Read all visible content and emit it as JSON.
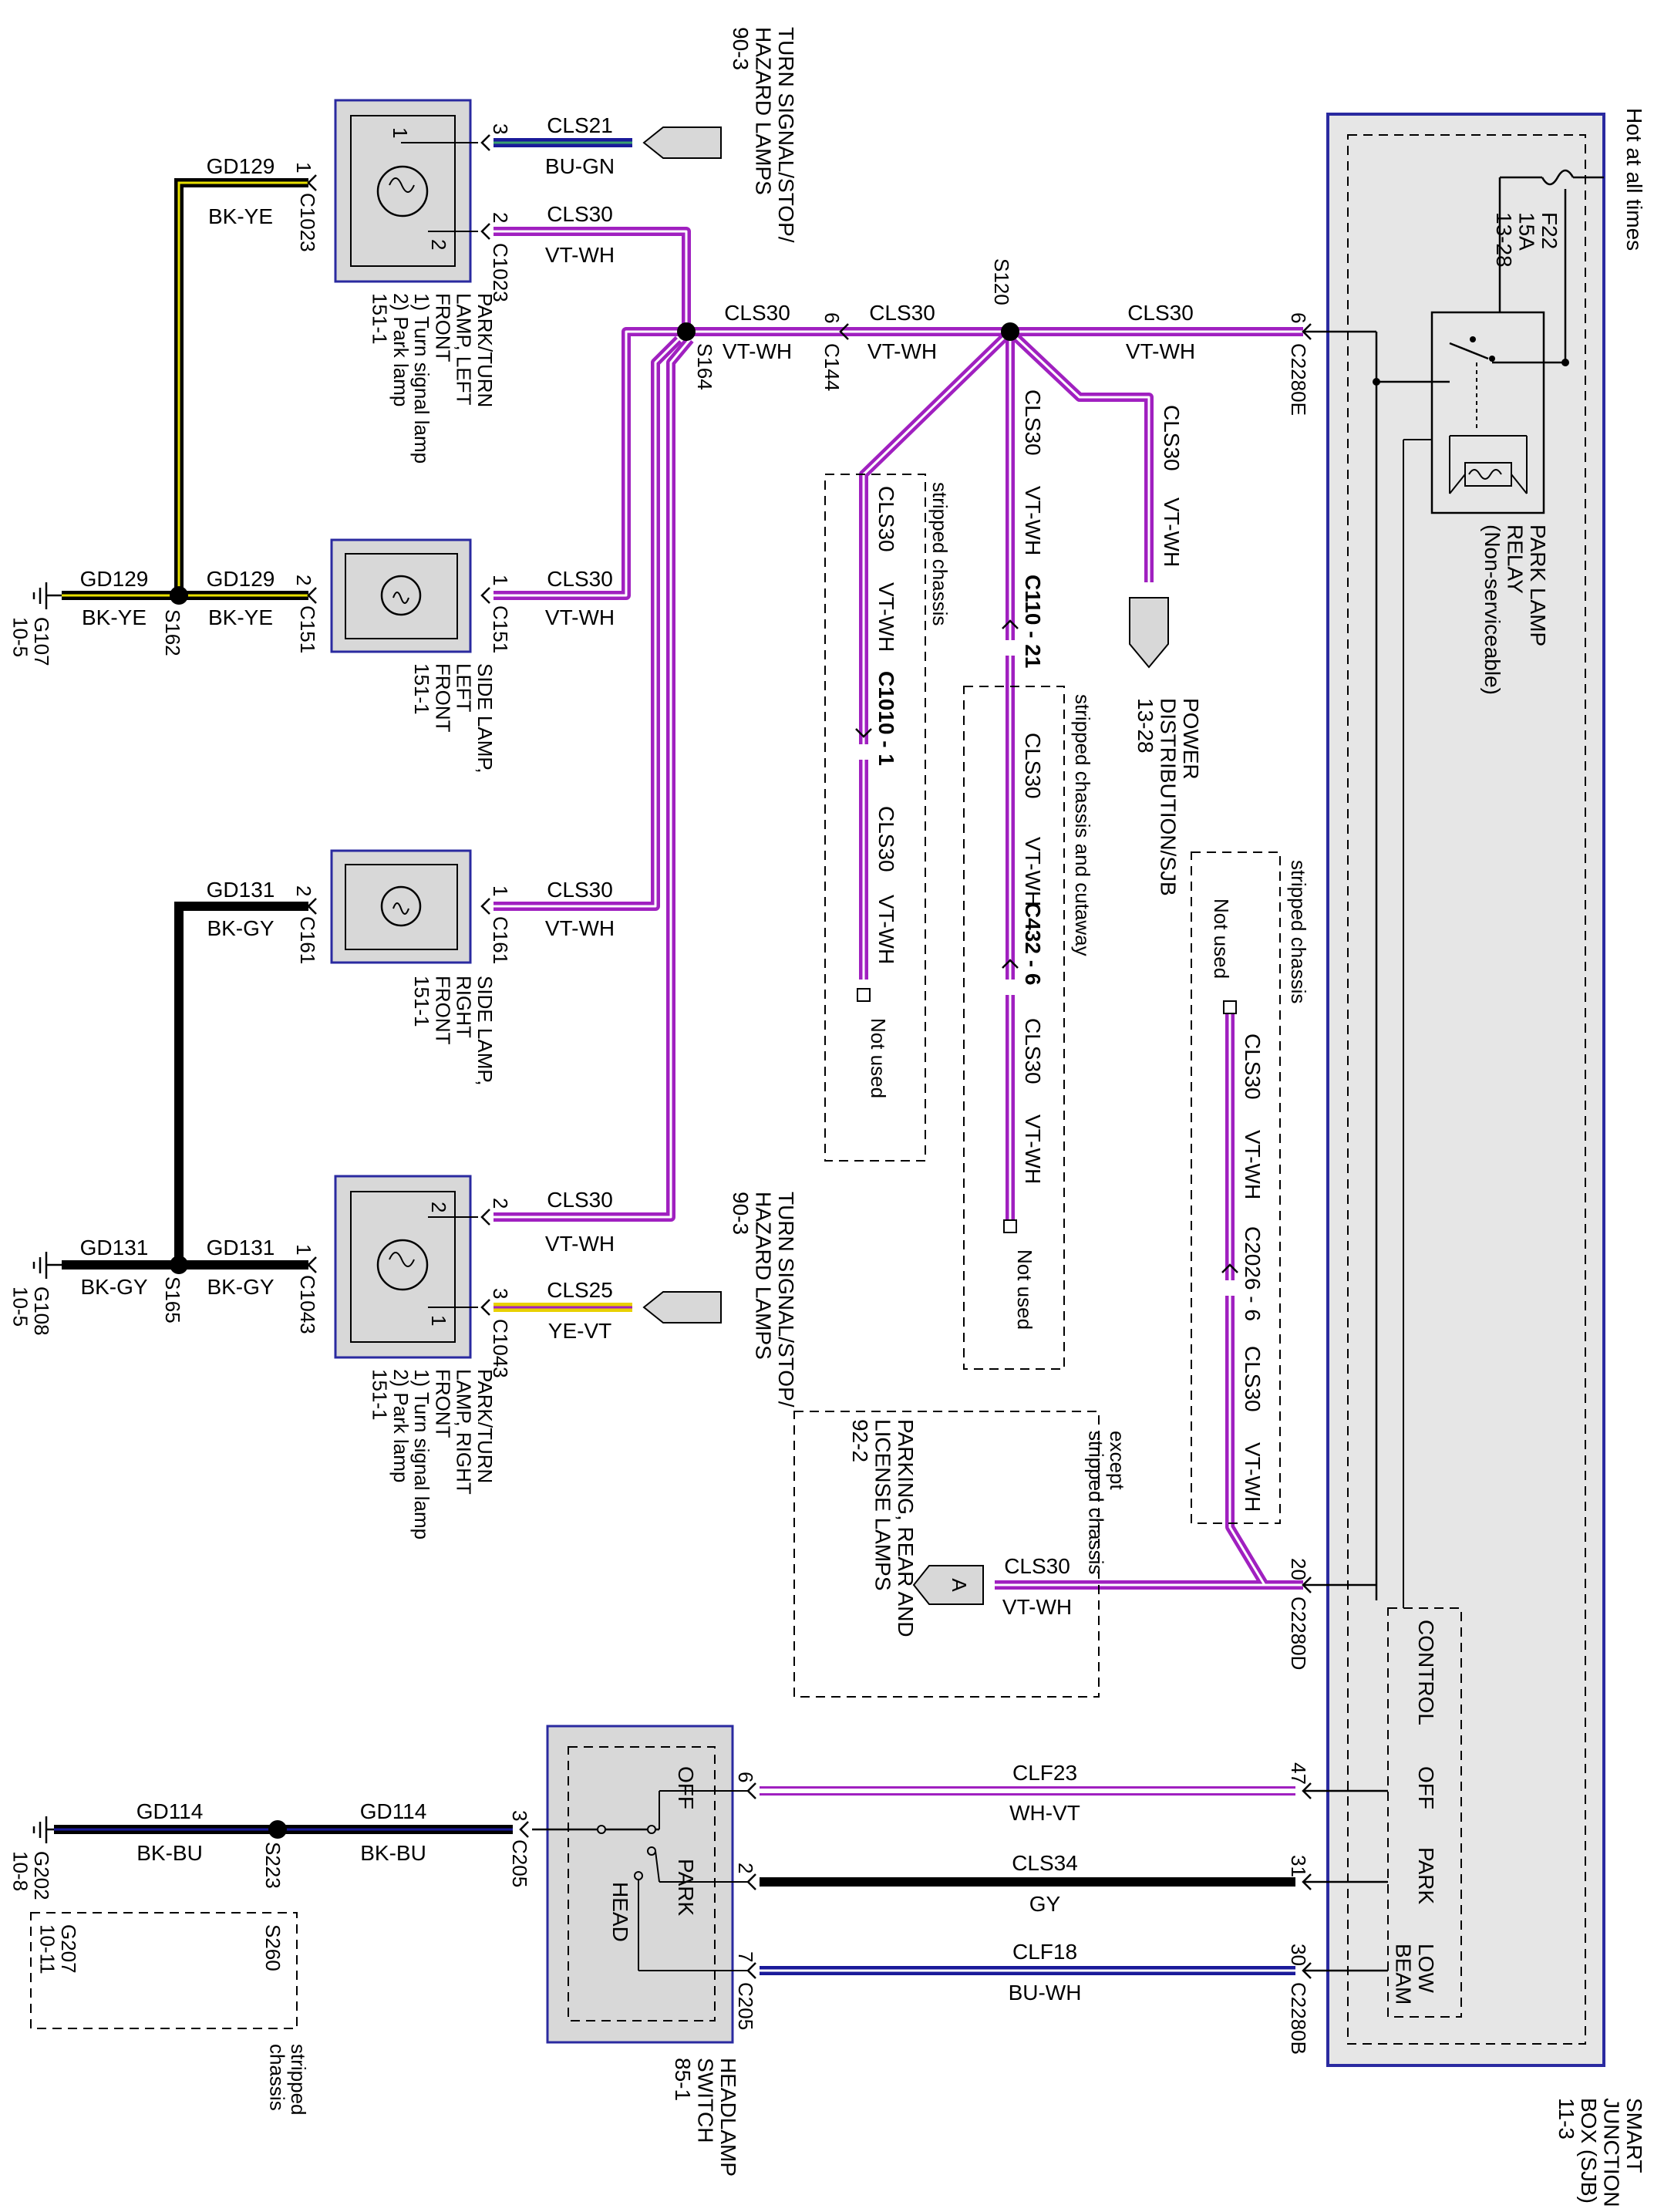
{
  "top_labels": {
    "turn_signal_top": [
      "TURN SIGNAL/STOP/",
      "HAZARD LAMPS",
      "90-3"
    ],
    "turn_signal_bottom": [
      "TURN SIGNAL/STOP/",
      "HAZARD LAMPS",
      "90-3"
    ],
    "hot_at_all_times": "Hot at all times",
    "smart_junction_box": [
      "SMART",
      "JUNCTION",
      "BOX (SJB)",
      "11-3"
    ],
    "fuse": [
      "F22",
      "15A",
      "13-28"
    ],
    "park_lamp_relay": [
      "PARK LAMP",
      "RELAY",
      "(Non-serviceable)"
    ],
    "power_distribution": [
      "POWER",
      "DISTRIBUTION/SJB",
      "13-28"
    ],
    "headlamp_switch": [
      "HEADLAMP",
      "SWITCH",
      "85-1"
    ],
    "parking_rear_license": [
      "PARKING, REAR AND",
      "LICENSE LAMPS",
      "92-2"
    ]
  },
  "components": {
    "park_turn_left": [
      "PARK/TURN",
      "LAMP, LEFT",
      "FRONT",
      "1) Turn signal lamp",
      "2) Park lamp",
      "151-1"
    ],
    "side_left": [
      "SIDE LAMP,",
      "LEFT",
      "FRONT",
      "151-1"
    ],
    "side_right": [
      "SIDE LAMP,",
      "RIGHT",
      "FRONT",
      "151-1"
    ],
    "park_turn_right": [
      "PARK/TURN",
      "LAMP, RIGHT",
      "FRONT",
      "1) Turn signal lamp",
      "2) Park lamp",
      "151-1"
    ]
  },
  "wires": {
    "cls21": "CLS21",
    "bu_gn": "BU-GN",
    "cls30": "CLS30",
    "vt_wh": "VT-WH",
    "gd129": "GD129",
    "bk_ye": "BK-YE",
    "gd131": "GD131",
    "bk_gy": "BK-GY",
    "cls25": "CLS25",
    "ye_vt": "YE-VT",
    "clf23": "CLF23",
    "wh_vt": "WH-VT",
    "cls34": "CLS34",
    "gy": "GY",
    "clf18": "CLF18",
    "bu_wh": "BU-WH",
    "gd114": "GD114",
    "bk_bu": "BK-BU"
  },
  "connectors": {
    "c1023": "C1023",
    "c151": "C151",
    "c161": "C161",
    "c1043": "C1043",
    "c144": "C144",
    "c2280e": "C2280E",
    "c2280d": "C2280D",
    "c2280b": "C2280B",
    "c205": "C205",
    "c110_21": "C110 - 21",
    "c1010_1": "C1010 - 1",
    "c432_6": "C432 - 6",
    "c2026_6": "C2026 - 6"
  },
  "splices": {
    "s164": "S164",
    "s120": "S120",
    "s162": "S162",
    "s165": "S165",
    "s223": "S223",
    "s260": "S260"
  },
  "grounds": {
    "g107": [
      "G107",
      "10-5"
    ],
    "g108": [
      "G108",
      "10-5"
    ],
    "g202": [
      "G202",
      "10-8"
    ],
    "g207": [
      "G207",
      "10-11"
    ]
  },
  "notes": {
    "stripped_chassis": "stripped chassis",
    "stripped_chassis_cutaway": "stripped chassis and cutaway",
    "except_stripped": [
      "except",
      "stripped chassis"
    ],
    "not_used": "Not used",
    "stripped_chassis_2": [
      "stripped",
      "chassis"
    ],
    "a_label": "A"
  },
  "sjb_internal": {
    "control": "CONTROL",
    "off": "OFF",
    "park": "PARK",
    "low_beam": [
      "LOW",
      "BEAM"
    ]
  },
  "switch_positions": {
    "off": "OFF",
    "park": "PARK",
    "head": "HEAD"
  },
  "pins": {
    "p1": "1",
    "p2": "2",
    "p3": "3",
    "p6": "6",
    "p7": "7",
    "p20": "20",
    "p21": "21",
    "p30": "30",
    "p31": "31",
    "p47": "47"
  },
  "colors": {
    "violet": "#a020c0",
    "white": "#ffffff",
    "black": "#000000",
    "yellow": "#e8e000",
    "blue": "#1a1a9a",
    "green": "#3aa070",
    "gray": "#d8d8d8",
    "box_blue": "#2a2aa0"
  }
}
